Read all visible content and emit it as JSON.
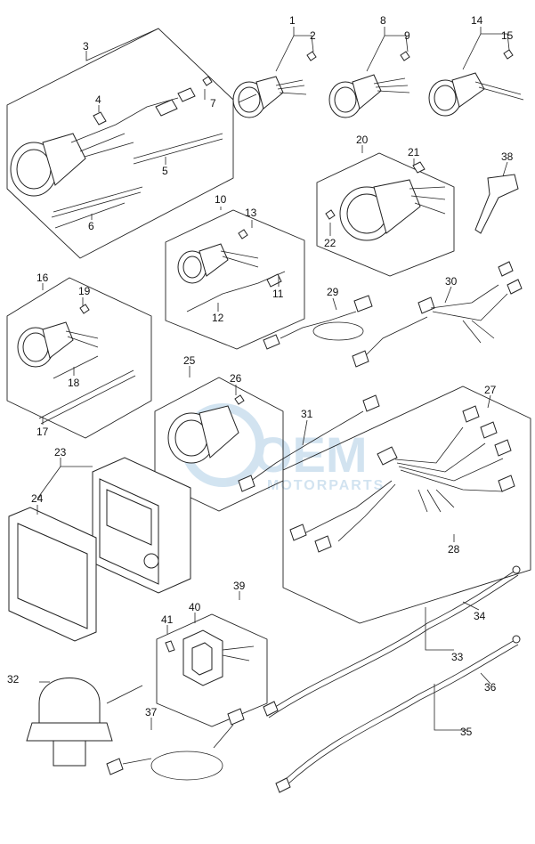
{
  "callouts": [
    "1",
    "2",
    "3",
    "4",
    "5",
    "6",
    "7",
    "8",
    "9",
    "10",
    "11",
    "12",
    "13",
    "14",
    "15",
    "16",
    "17",
    "18",
    "19",
    "20",
    "21",
    "22",
    "23",
    "24",
    "25",
    "26",
    "27",
    "28",
    "29",
    "30",
    "31",
    "32",
    "33",
    "34",
    "35",
    "36",
    "37",
    "38",
    "39",
    "40",
    "41"
  ],
  "watermark": {
    "brand": "OEM",
    "sub": "MOTORPARTS"
  },
  "colors": {
    "line": "#222222",
    "watermark": "#9cc3e0"
  }
}
